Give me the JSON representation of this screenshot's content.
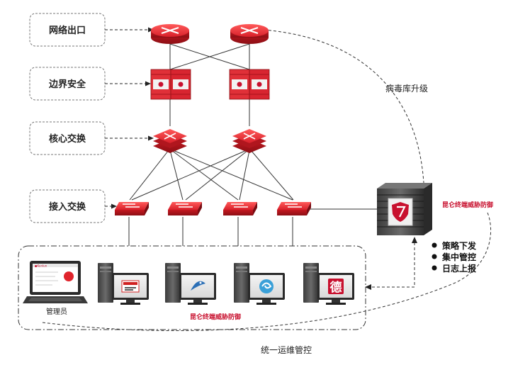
{
  "layers": {
    "egress": "网络出口",
    "border": "边界安全",
    "core": "核心交换",
    "access": "接入交换"
  },
  "annotations": {
    "virus_db": "病毒库升级",
    "server_product": "昆仑终端威胁防御",
    "endpoint_product": "昆仑终端威胁防御",
    "admin": "管理员",
    "unified_ops": "统一运维管控"
  },
  "features": [
    "策略下发",
    "集中管控",
    "日志上报"
  ],
  "endpoint_icons": [
    "red-app-icon",
    "blue-bird-icon",
    "blue-swirl-icon",
    "de-character-icon"
  ],
  "endpoint_glyphs": {
    "de": "德"
  },
  "colors": {
    "device_red": "#d8202a",
    "device_dark": "#a8141c",
    "accent_text": "#c8102e"
  }
}
